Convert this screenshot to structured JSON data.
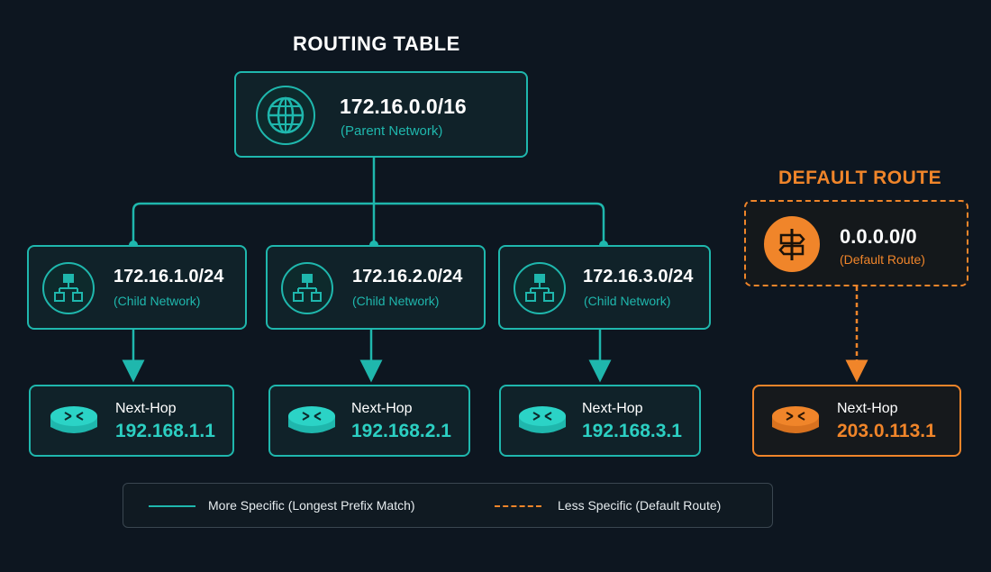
{
  "header": {
    "title": "ROUTING TABLE"
  },
  "default_header": {
    "title": "DEFAULT ROUTE"
  },
  "parent": {
    "prefix": "172.16.0.0/16",
    "label": "(Parent Network)",
    "icon": "globe-icon"
  },
  "children": [
    {
      "prefix": "172.16.1.0/24",
      "label": "(Child Network)",
      "icon": "network-hierarchy-icon",
      "hop_label": "Next-Hop",
      "hop_ip": "192.168.1.1"
    },
    {
      "prefix": "172.16.2.0/24",
      "label": "(Child Network)",
      "icon": "network-hierarchy-icon",
      "hop_label": "Next-Hop",
      "hop_ip": "192.168.2.1"
    },
    {
      "prefix": "172.16.3.0/24",
      "label": "(Child Network)",
      "icon": "network-hierarchy-icon",
      "hop_label": "Next-Hop",
      "hop_ip": "192.168.3.1"
    }
  ],
  "default_route": {
    "prefix": "0.0.0.0/0",
    "label": "(Default Route)",
    "icon": "signpost-icon",
    "hop_label": "Next-Hop",
    "hop_ip": "203.0.113.1"
  },
  "legend": {
    "more_specific": "More Specific (Longest Prefix Match)",
    "less_specific": "Less Specific (Default Route)"
  },
  "colors": {
    "teal": "#1fb7ad",
    "orange": "#f0852a",
    "background": "#0d1620"
  }
}
